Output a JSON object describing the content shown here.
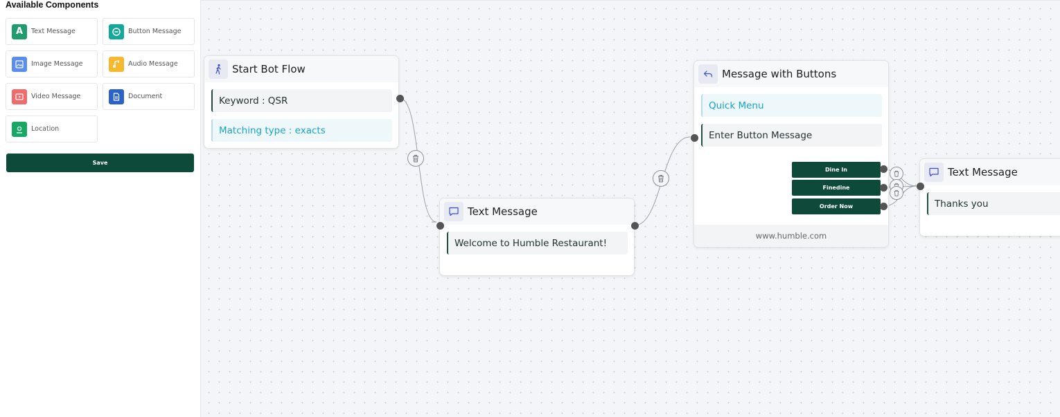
{
  "sidebar": {
    "title": "Available Components",
    "components": [
      {
        "label": "Text Message",
        "icon": "text-icon",
        "color": "#1f9d6e"
      },
      {
        "label": "Button Message",
        "icon": "button-message-icon",
        "color": "#12a99a"
      },
      {
        "label": "Image Message",
        "icon": "image-icon",
        "color": "#5b8def"
      },
      {
        "label": "Audio Message",
        "icon": "audio-icon",
        "color": "#f5b82e"
      },
      {
        "label": "Video Message",
        "icon": "video-icon",
        "color": "#f06b6b"
      },
      {
        "label": "Document",
        "icon": "document-icon",
        "color": "#2b62c9"
      },
      {
        "label": "Location",
        "icon": "location-icon",
        "color": "#17a864"
      }
    ],
    "save_label": "Save"
  },
  "flow": {
    "start_node": {
      "title": "Start Bot Flow",
      "keyword": "Keyword : QSR",
      "matching_type": "Matching type : exacts"
    },
    "text_node_1": {
      "title": "Text Message",
      "message": "Welcome to Humble Restaurant!"
    },
    "buttons_node": {
      "title": "Message with Buttons",
      "header": "Quick Menu",
      "body": "Enter Button Message",
      "buttons": [
        "Dine In",
        "Finedine",
        "Order Now"
      ],
      "footer": "www.humble.com"
    },
    "text_node_2": {
      "title": "Text Message",
      "message": "Thanks you"
    }
  },
  "colors": {
    "primary": "#0e4a39",
    "accent_teal": "#19a3c8",
    "canvas_bg": "#f3f5f8"
  }
}
